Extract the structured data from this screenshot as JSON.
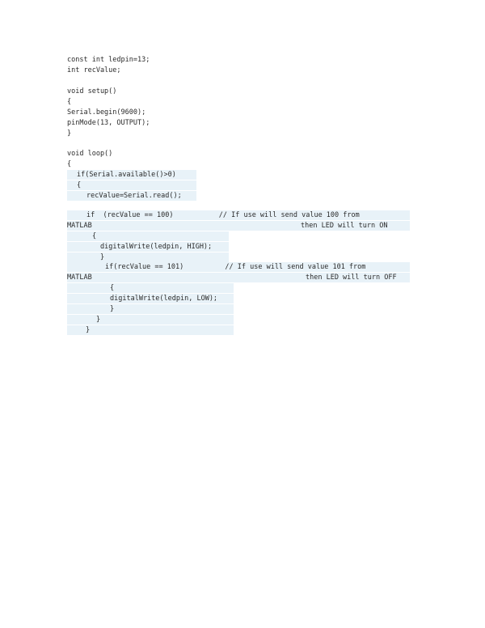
{
  "code": {
    "line_01": "const int ledpin=13;",
    "line_02": "int recValue;",
    "line_03": "void setup()",
    "line_04": "{",
    "line_05": "Serial.begin(9600);",
    "line_06": "pinMode(13, OUTPUT);",
    "line_07": "}",
    "line_08": "void loop()",
    "line_09": "{",
    "line_10": "if(Serial.available()>0)",
    "line_11": "{",
    "line_12": "recValue=Serial.read();",
    "line_13": "if  (recValue == 100)           // If use will send value 100 from",
    "line_14": "MATLAB",
    "line_15": "then LED will turn ON",
    "line_16": "{",
    "line_17": "digitalWrite(ledpin, HIGH);",
    "line_18": "}",
    "line_19": "if(recValue == 101)          // If use will send value 101 from",
    "line_20": "MATLAB",
    "line_21": "then LED will turn OFF",
    "line_22": "{",
    "line_23": "digitalWrite(ledpin, LOW);",
    "line_24": "}",
    "line_25": "}",
    "line_26": "}"
  }
}
